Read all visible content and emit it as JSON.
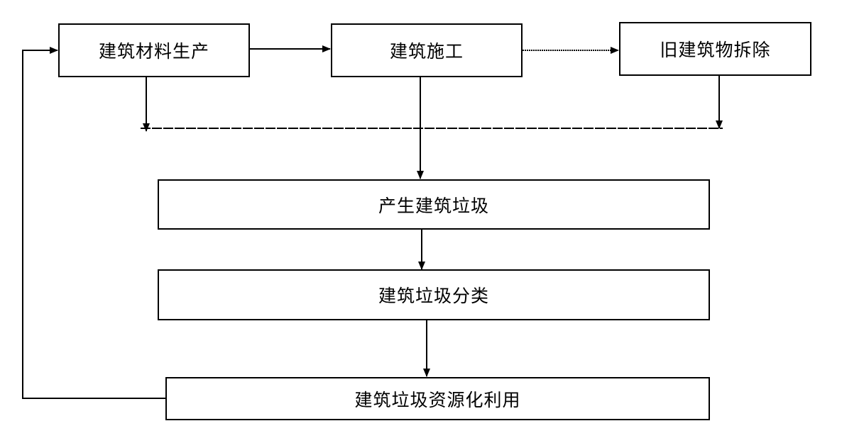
{
  "nodes": {
    "material_production": "建筑材料生产",
    "construction": "建筑施工",
    "demolition": "旧建筑物拆除",
    "waste_generation": "产生建筑垃圾",
    "waste_classification": "建筑垃圾分类",
    "waste_reuse": "建筑垃圾资源化利用"
  },
  "colors": {
    "line": "#000000",
    "box_border": "#000000",
    "background": "#ffffff"
  }
}
